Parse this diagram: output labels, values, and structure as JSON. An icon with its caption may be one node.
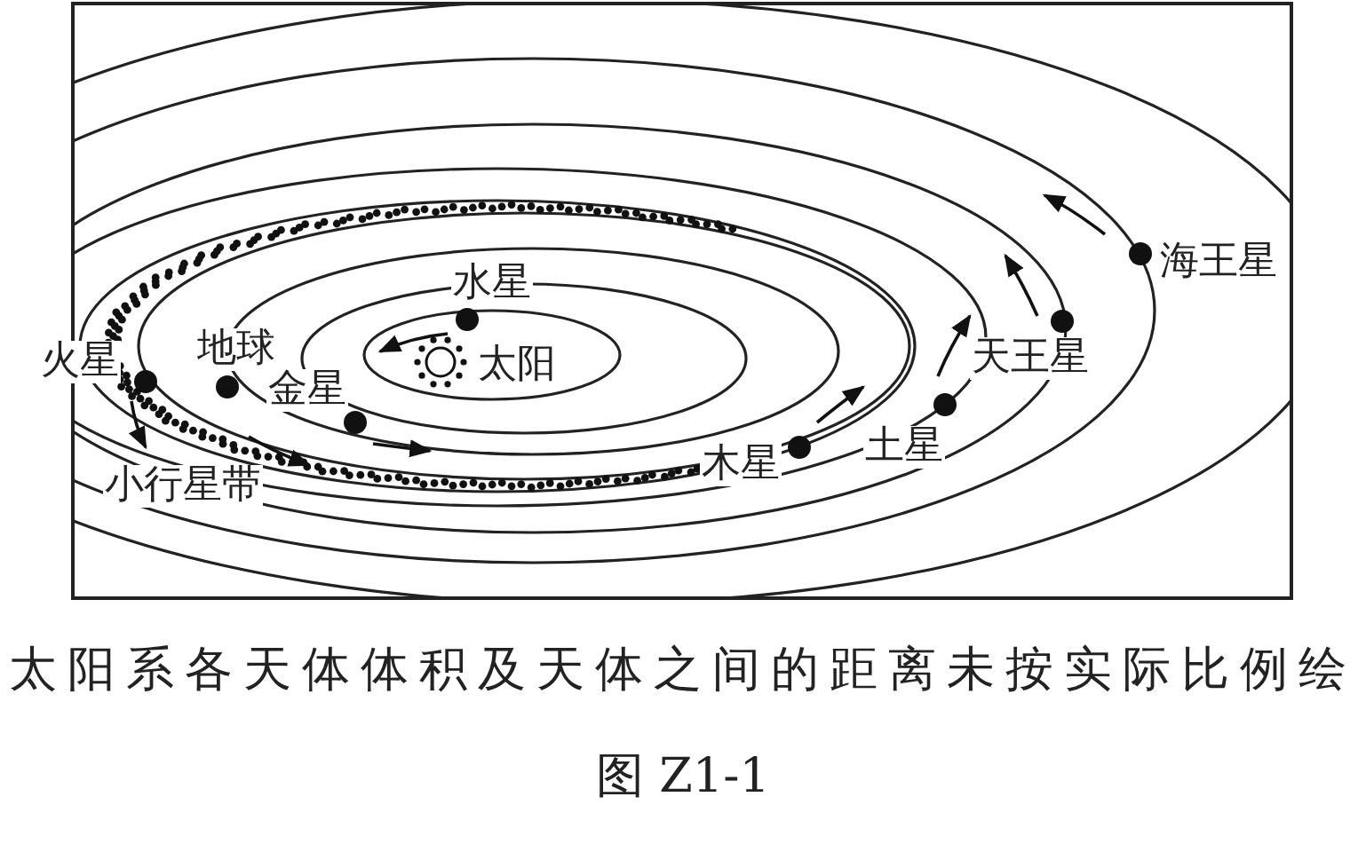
{
  "diagram": {
    "caption": "太阳系各天体体积及天体之间的距离未按实际比例绘",
    "labels": [
      "水星",
      "太阳",
      "火星",
      "地球",
      "金星",
      "小行星带",
      "木星",
      "土星",
      "天王星",
      "海王星",
      "图 Z1-1"
    ]
  }
}
